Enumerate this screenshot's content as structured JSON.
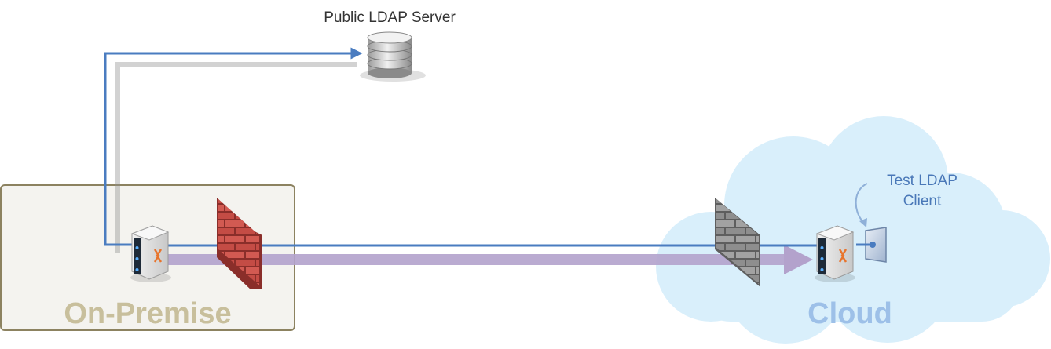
{
  "labels": {
    "public_ldap_server": "Public LDAP Server",
    "test_ldap_client_line1": "Test LDAP",
    "test_ldap_client_line2": "Client",
    "on_premise": "On-Premise",
    "cloud": "Cloud"
  },
  "icons": {
    "ldap_server": "database-stack-icon",
    "on_premise_appliance": "server-appliance-icon",
    "cloud_appliance": "server-appliance-icon",
    "on_premise_firewall": "red-brick-firewall-icon",
    "cloud_firewall": "gray-brick-firewall-icon",
    "test_client": "monitor-icon"
  },
  "colors": {
    "connection_line": "#4a7cc0",
    "tunnel_arrow": "#b3a2cc",
    "on_premise_text": "#c8bf9c",
    "on_premise_border": "#8c8260",
    "on_premise_fill": "#f4f3ef",
    "cloud_text": "#9dc0e8",
    "cloud_fill": "#d9effb",
    "firewall_red": "#c9514b",
    "firewall_gray": "#8e8e8e",
    "appliance_accent": "#e8742c"
  }
}
